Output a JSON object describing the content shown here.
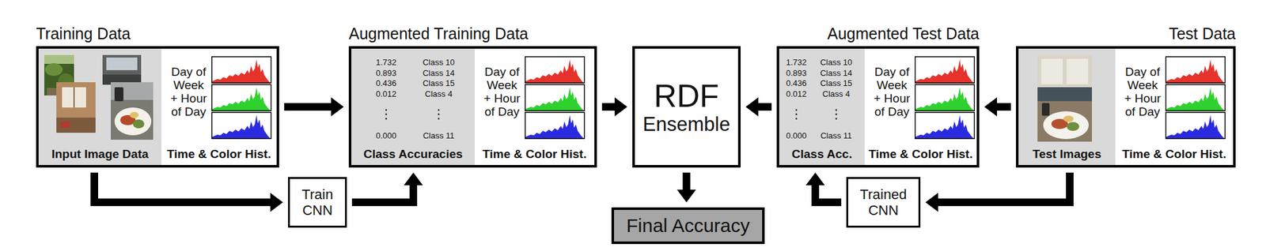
{
  "diagram": {
    "nodes": [
      {
        "text": [
          "Training Data"
        ]
      },
      {
        "text": [
          "Input Image Data"
        ],
        "in": 0
      },
      {
        "text": [
          "Day of Week + Hour of Day",
          "Time & Color Hist."
        ],
        "in": 0
      },
      {
        "text": [
          "Augmented Training Data"
        ]
      },
      {
        "text": [
          "1.732",
          "Class 10",
          "0.893",
          "Class 14",
          "0.436",
          "Class 15",
          "0.012",
          "Class 4",
          "⋮",
          "⋮",
          "0.000",
          "Class 11",
          "Class Accuracies"
        ],
        "in": 3
      },
      {
        "text": [
          "Day of Week + Hour of Day",
          "Time & Color Hist."
        ],
        "in": 3
      },
      {
        "text": [
          "RDF",
          "Ensemble"
        ]
      },
      {
        "text": [
          "Final Accuracy"
        ]
      },
      {
        "text": [
          "Augmented Test Data"
        ]
      },
      {
        "text": [
          "1.732",
          "Class 10",
          "0.893",
          "Class 14",
          "0.436",
          "Class 15",
          "0.012",
          "Class 4",
          "⋮",
          "⋮",
          "0.000",
          "Class 11",
          "Class Acc."
        ],
        "in": 8
      },
      {
        "text": [
          "Day of Week + Hour of Day",
          "Time & Color Hist."
        ],
        "in": 8
      },
      {
        "text": [
          "Test Data"
        ]
      },
      {
        "text": [
          "Test Images"
        ],
        "in": 11
      },
      {
        "text": [
          "Day of Week + Hour of Day",
          "Time & Color Hist."
        ],
        "in": 11
      },
      {
        "text": [
          "Train CNN"
        ]
      },
      {
        "text": [
          "Trained CNN"
        ]
      }
    ],
    "edges": [
      {
        "from": 0,
        "to": 3,
        "arrow": "to"
      },
      {
        "from": 3,
        "to": 6,
        "arrow": "to"
      },
      {
        "from": 8,
        "to": 6,
        "arrow": "to"
      },
      {
        "from": 11,
        "to": 8,
        "arrow": "to"
      },
      {
        "from": 6,
        "to": 7,
        "arrow": "to"
      },
      {
        "from": 0,
        "to": 14,
        "arrow": "to"
      },
      {
        "from": 14,
        "to": 3,
        "arrow": "to"
      },
      {
        "from": 11,
        "to": 15,
        "arrow": "to"
      },
      {
        "from": 15,
        "to": 8,
        "arrow": "to"
      }
    ]
  }
}
